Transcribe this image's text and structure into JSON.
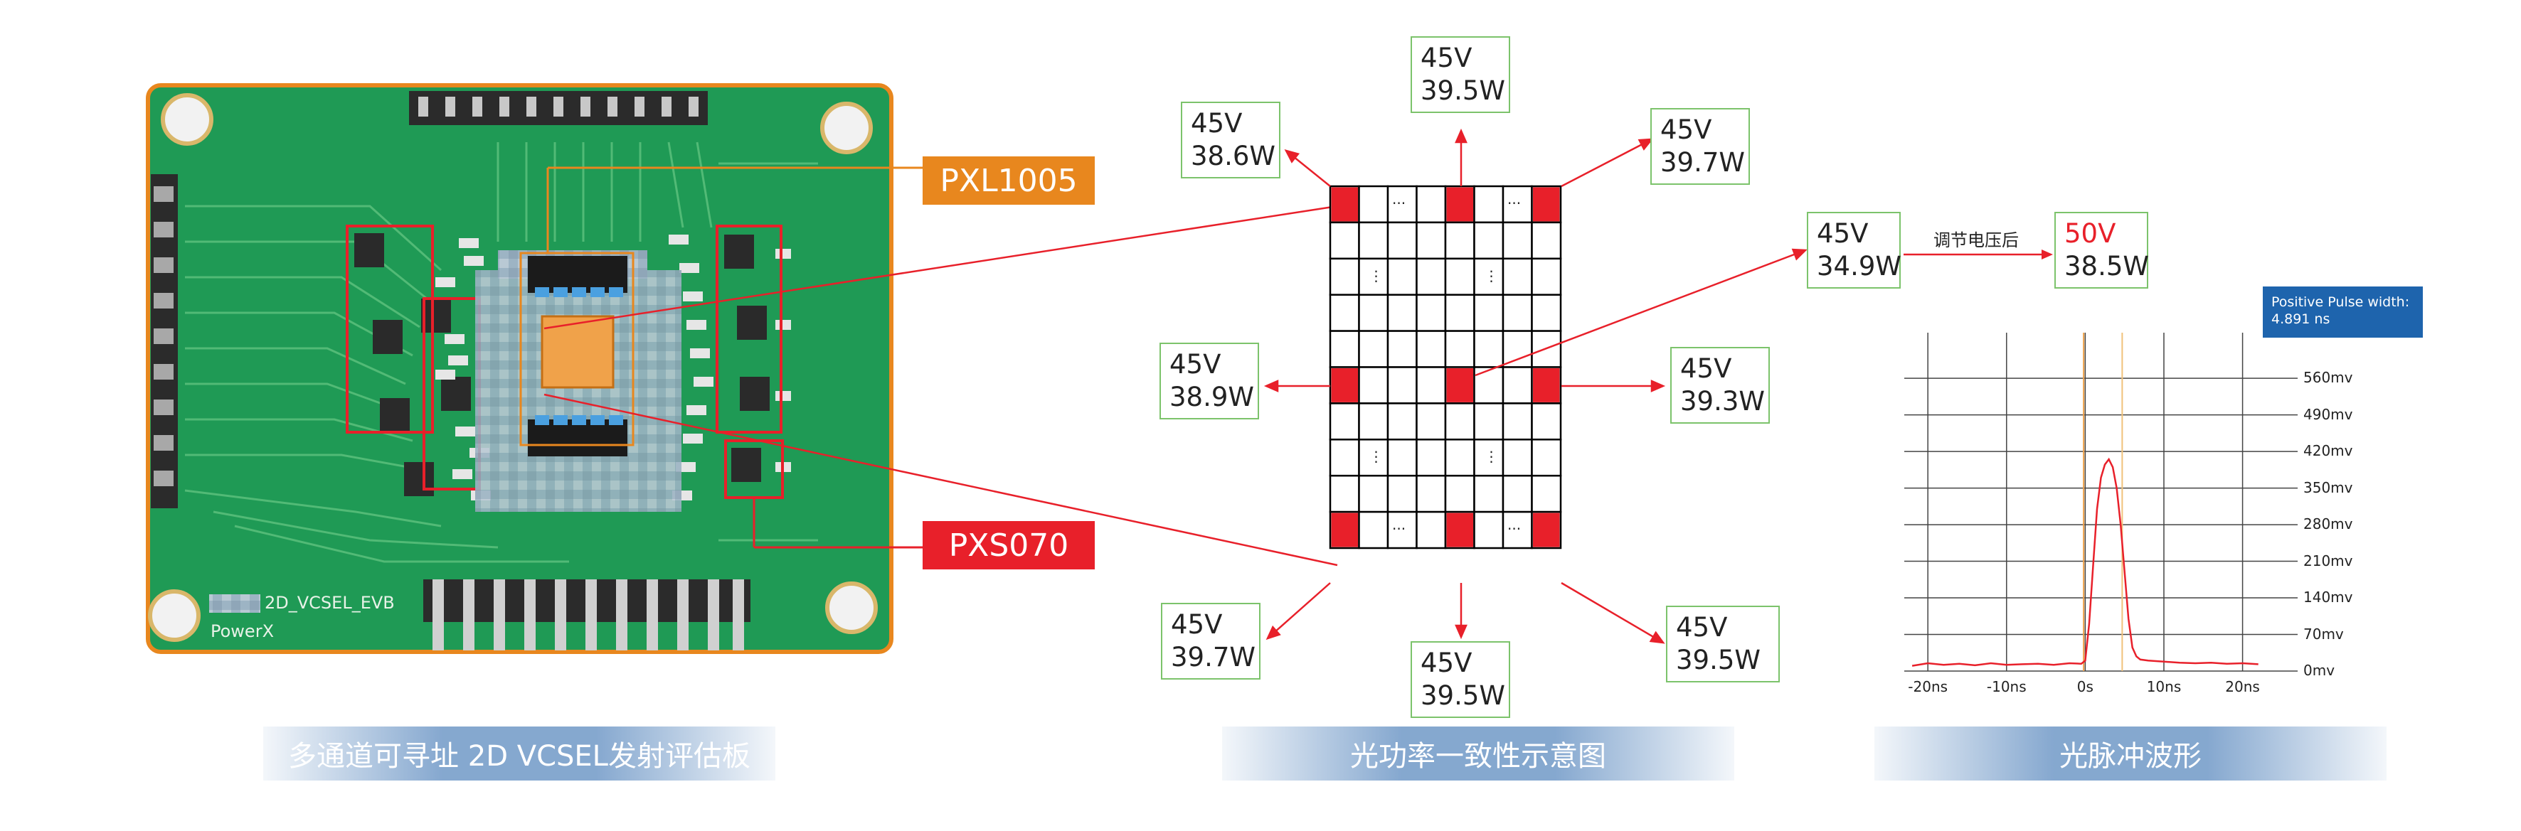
{
  "labels": {
    "pxl": "PXL1005",
    "pxs": "PXS070",
    "board_name": "2D_VCSEL_EVB",
    "brand": "PowerX",
    "adjust": "调节电压后"
  },
  "colors": {
    "orange": "#e8871e",
    "red": "#e8202a",
    "pcb": "#1f9a55",
    "label_border": "#7cc36b",
    "caption_blue": "#2160a8"
  },
  "grid_labels": {
    "top": {
      "v": "45V",
      "w": "39.5W"
    },
    "top_left": {
      "v": "45V",
      "w": "38.6W"
    },
    "top_right": {
      "v": "45V",
      "w": "39.7W"
    },
    "mid_left": {
      "v": "45V",
      "w": "38.9W"
    },
    "mid_right": {
      "v": "45V",
      "w": "39.3W"
    },
    "bot_left": {
      "v": "45V",
      "w": "39.7W"
    },
    "bot": {
      "v": "45V",
      "w": "39.5W"
    },
    "bot_right": {
      "v": "45V",
      "w": "39.5W"
    },
    "before": {
      "v": "45V",
      "w": "34.9W"
    },
    "after": {
      "v": "50V",
      "w": "38.5W"
    }
  },
  "grid_dots": "···",
  "grid_vdots": "⋮",
  "chart_data": {
    "type": "line",
    "annotation": "Positive Pulse width:\n4.891 ns",
    "annotation_lines": [
      "Positive Pulse width:",
      "4.891 ns"
    ],
    "x_ticks": [
      "-20ns",
      "-10ns",
      "0s",
      "10ns",
      "20ns"
    ],
    "x_tick_values": [
      -20,
      -10,
      0,
      10,
      20
    ],
    "y_ticks": [
      "0mv",
      "70mv",
      "140mv",
      "210mv",
      "280mv",
      "350mv",
      "420mv",
      "490mv",
      "560mv"
    ],
    "y_tick_values": [
      0,
      70,
      140,
      210,
      280,
      350,
      420,
      490,
      560
    ],
    "xlim": [
      -23,
      27
    ],
    "ylim": [
      0,
      620
    ],
    "series": [
      {
        "x": [
          -22,
          -20,
          -18,
          -16,
          -14,
          -12,
          -10,
          -8,
          -6,
          -4,
          -2,
          -0.5,
          0,
          0.5,
          1,
          1.5,
          2,
          2.5,
          3,
          3.5,
          4,
          4.5,
          5,
          5.5,
          6,
          6.5,
          7,
          8,
          10,
          12,
          14,
          16,
          18,
          20,
          22
        ],
        "y": [
          10,
          15,
          12,
          14,
          11,
          15,
          12,
          13,
          14,
          12,
          15,
          14,
          20,
          90,
          200,
          310,
          370,
          395,
          405,
          390,
          350,
          280,
          190,
          100,
          45,
          28,
          22,
          20,
          18,
          16,
          15,
          16,
          14,
          15,
          13
        ]
      }
    ],
    "markers_x": [
      -0.2,
      4.7
    ]
  },
  "captions": {
    "left": "多通道可寻址  2D VCSEL发射评估板",
    "middle": "光功率一致性示意图",
    "right": "光脉冲波形"
  }
}
